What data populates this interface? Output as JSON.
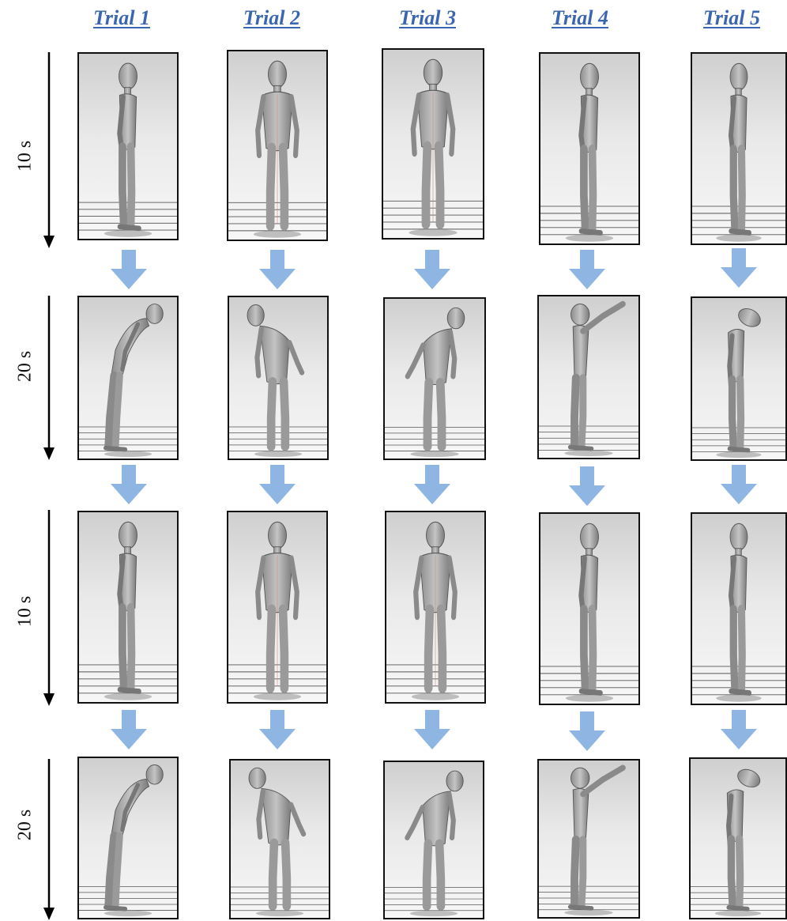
{
  "trials": [
    {
      "label": "Trial 1"
    },
    {
      "label": "Trial 2"
    },
    {
      "label": "Trial 3"
    },
    {
      "label": "Trial 4"
    },
    {
      "label": "Trial 5"
    }
  ],
  "phases": [
    {
      "duration": "10 s"
    },
    {
      "duration": "20 s"
    },
    {
      "duration": "10 s"
    },
    {
      "duration": "20 s"
    }
  ],
  "colors": {
    "header": "#3a66b0",
    "step_arrow": "#8fb6e3",
    "figure_fill": "#a9a9a9",
    "figure_stroke": "#555555",
    "frame": "#111111"
  },
  "poses": {
    "neutral_side": "figure-standing-side-view",
    "neutral_back": "figure-standing-back-view",
    "trunk_flexion": "figure-forward-bend",
    "lateral_left": "figure-side-bend-left",
    "lateral_right": "figure-side-bend-right",
    "arm_raise": "figure-arm-raised-forward",
    "neck_flexion": "figure-neck-flexion"
  }
}
